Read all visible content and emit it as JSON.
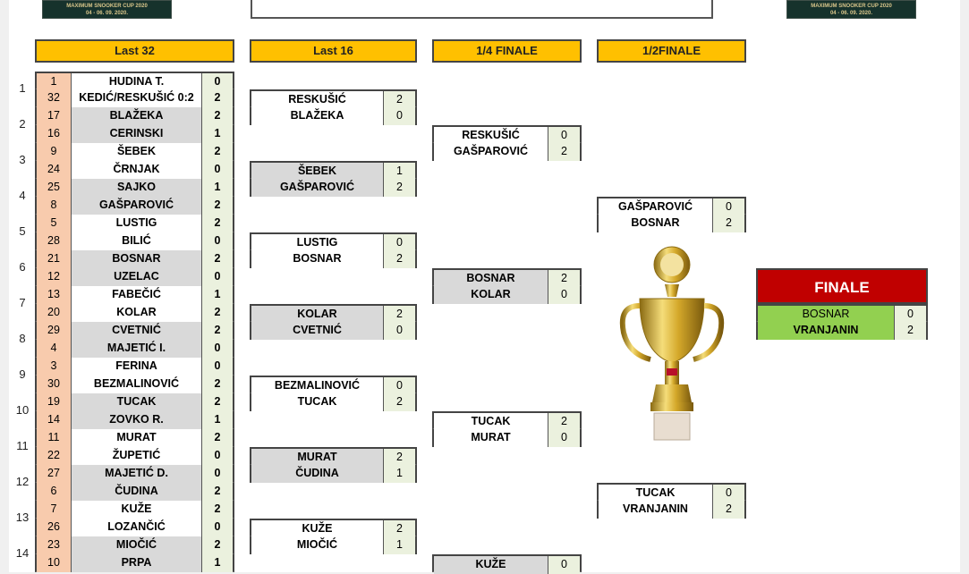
{
  "logo_text": [
    "MAXIMUM SNOOKER CUP 2020",
    "04 - 06. 09. 2020."
  ],
  "headers": {
    "last32": "Last 32",
    "last16": "Last 16",
    "qf": "1/4 FINALE",
    "sf": "1/2FINALE",
    "final": "FINALE"
  },
  "match_numbers": [
    "1",
    "2",
    "3",
    "4",
    "5",
    "6",
    "7",
    "8",
    "9",
    "10",
    "11",
    "12",
    "13",
    "14"
  ],
  "last32": [
    {
      "seed": "1",
      "name": "HUDINA T.",
      "score": "0"
    },
    {
      "seed": "32",
      "name": "KEDIĆ/RESKUŠIĆ 0:2",
      "score": "2"
    },
    {
      "seed": "17",
      "name": "BLAŽEKA",
      "score": "2"
    },
    {
      "seed": "16",
      "name": "CERINSKI",
      "score": "1"
    },
    {
      "seed": "9",
      "name": "ŠEBEK",
      "score": "2"
    },
    {
      "seed": "24",
      "name": "ČRNJAK",
      "score": "0"
    },
    {
      "seed": "25",
      "name": "SAJKO",
      "score": "1"
    },
    {
      "seed": "8",
      "name": "GAŠPAROVIĆ",
      "score": "2"
    },
    {
      "seed": "5",
      "name": "LUSTIG",
      "score": "2"
    },
    {
      "seed": "28",
      "name": "BILIĆ",
      "score": "0"
    },
    {
      "seed": "21",
      "name": "BOSNAR",
      "score": "2"
    },
    {
      "seed": "12",
      "name": "UZELAC",
      "score": "0"
    },
    {
      "seed": "13",
      "name": "FABEČIĆ",
      "score": "1"
    },
    {
      "seed": "20",
      "name": "KOLAR",
      "score": "2"
    },
    {
      "seed": "29",
      "name": "CVETNIĆ",
      "score": "2"
    },
    {
      "seed": "4",
      "name": "MAJETIĆ I.",
      "score": "0"
    },
    {
      "seed": "3",
      "name": "FERINA",
      "score": "0"
    },
    {
      "seed": "30",
      "name": "BEZMALINOVIĆ",
      "score": "2"
    },
    {
      "seed": "19",
      "name": "TUCAK",
      "score": "2"
    },
    {
      "seed": "14",
      "name": "ZOVKO R.",
      "score": "1"
    },
    {
      "seed": "11",
      "name": "MURAT",
      "score": "2"
    },
    {
      "seed": "22",
      "name": "ŽUPETIĆ",
      "score": "0"
    },
    {
      "seed": "27",
      "name": "MAJETIĆ D.",
      "score": "0"
    },
    {
      "seed": "6",
      "name": "ČUDINA",
      "score": "2"
    },
    {
      "seed": "7",
      "name": "KUŽE",
      "score": "2"
    },
    {
      "seed": "26",
      "name": "LOZANČIĆ",
      "score": "0"
    },
    {
      "seed": "23",
      "name": "MIOČIĆ",
      "score": "2"
    },
    {
      "seed": "10",
      "name": "PRPA",
      "score": "1"
    }
  ],
  "last16": [
    {
      "name": "RESKUŠIĆ",
      "score": "2"
    },
    {
      "name": "BLAŽEKA",
      "score": "0"
    },
    {
      "name": "ŠEBEK",
      "score": "1"
    },
    {
      "name": "GAŠPAROVIĆ",
      "score": "2"
    },
    {
      "name": "LUSTIG",
      "score": "0"
    },
    {
      "name": "BOSNAR",
      "score": "2"
    },
    {
      "name": "KOLAR",
      "score": "2"
    },
    {
      "name": "CVETNIĆ",
      "score": "0"
    },
    {
      "name": "BEZMALINOVIĆ",
      "score": "0"
    },
    {
      "name": "TUCAK",
      "score": "2"
    },
    {
      "name": "MURAT",
      "score": "2"
    },
    {
      "name": "ČUDINA",
      "score": "1"
    },
    {
      "name": "KUŽE",
      "score": "2"
    },
    {
      "name": "MIOČIĆ",
      "score": "1"
    }
  ],
  "qf": [
    {
      "name": "RESKUŠIĆ",
      "score": "0"
    },
    {
      "name": "GAŠPAROVIĆ",
      "score": "2"
    },
    {
      "name": "BOSNAR",
      "score": "2"
    },
    {
      "name": "KOLAR",
      "score": "0"
    },
    {
      "name": "TUCAK",
      "score": "2"
    },
    {
      "name": "MURAT",
      "score": "0"
    },
    {
      "name": "KUŽE",
      "score": "0"
    }
  ],
  "sf": [
    {
      "name": "GAŠPAROVIĆ",
      "score": "0"
    },
    {
      "name": "BOSNAR",
      "score": "2"
    },
    {
      "name": "TUCAK",
      "score": "0"
    },
    {
      "name": "VRANJANIN",
      "score": "2"
    }
  ],
  "final": [
    {
      "name": "BOSNAR",
      "score": "0"
    },
    {
      "name": "VRANJANIN",
      "score": "2"
    }
  ],
  "colors": {
    "header": "#ffc000",
    "seed": "#f8cbad",
    "final_header": "#c00000",
    "winner": "#92d050",
    "score_bg": "#ebf1de",
    "gray": "#d9d9d9"
  }
}
